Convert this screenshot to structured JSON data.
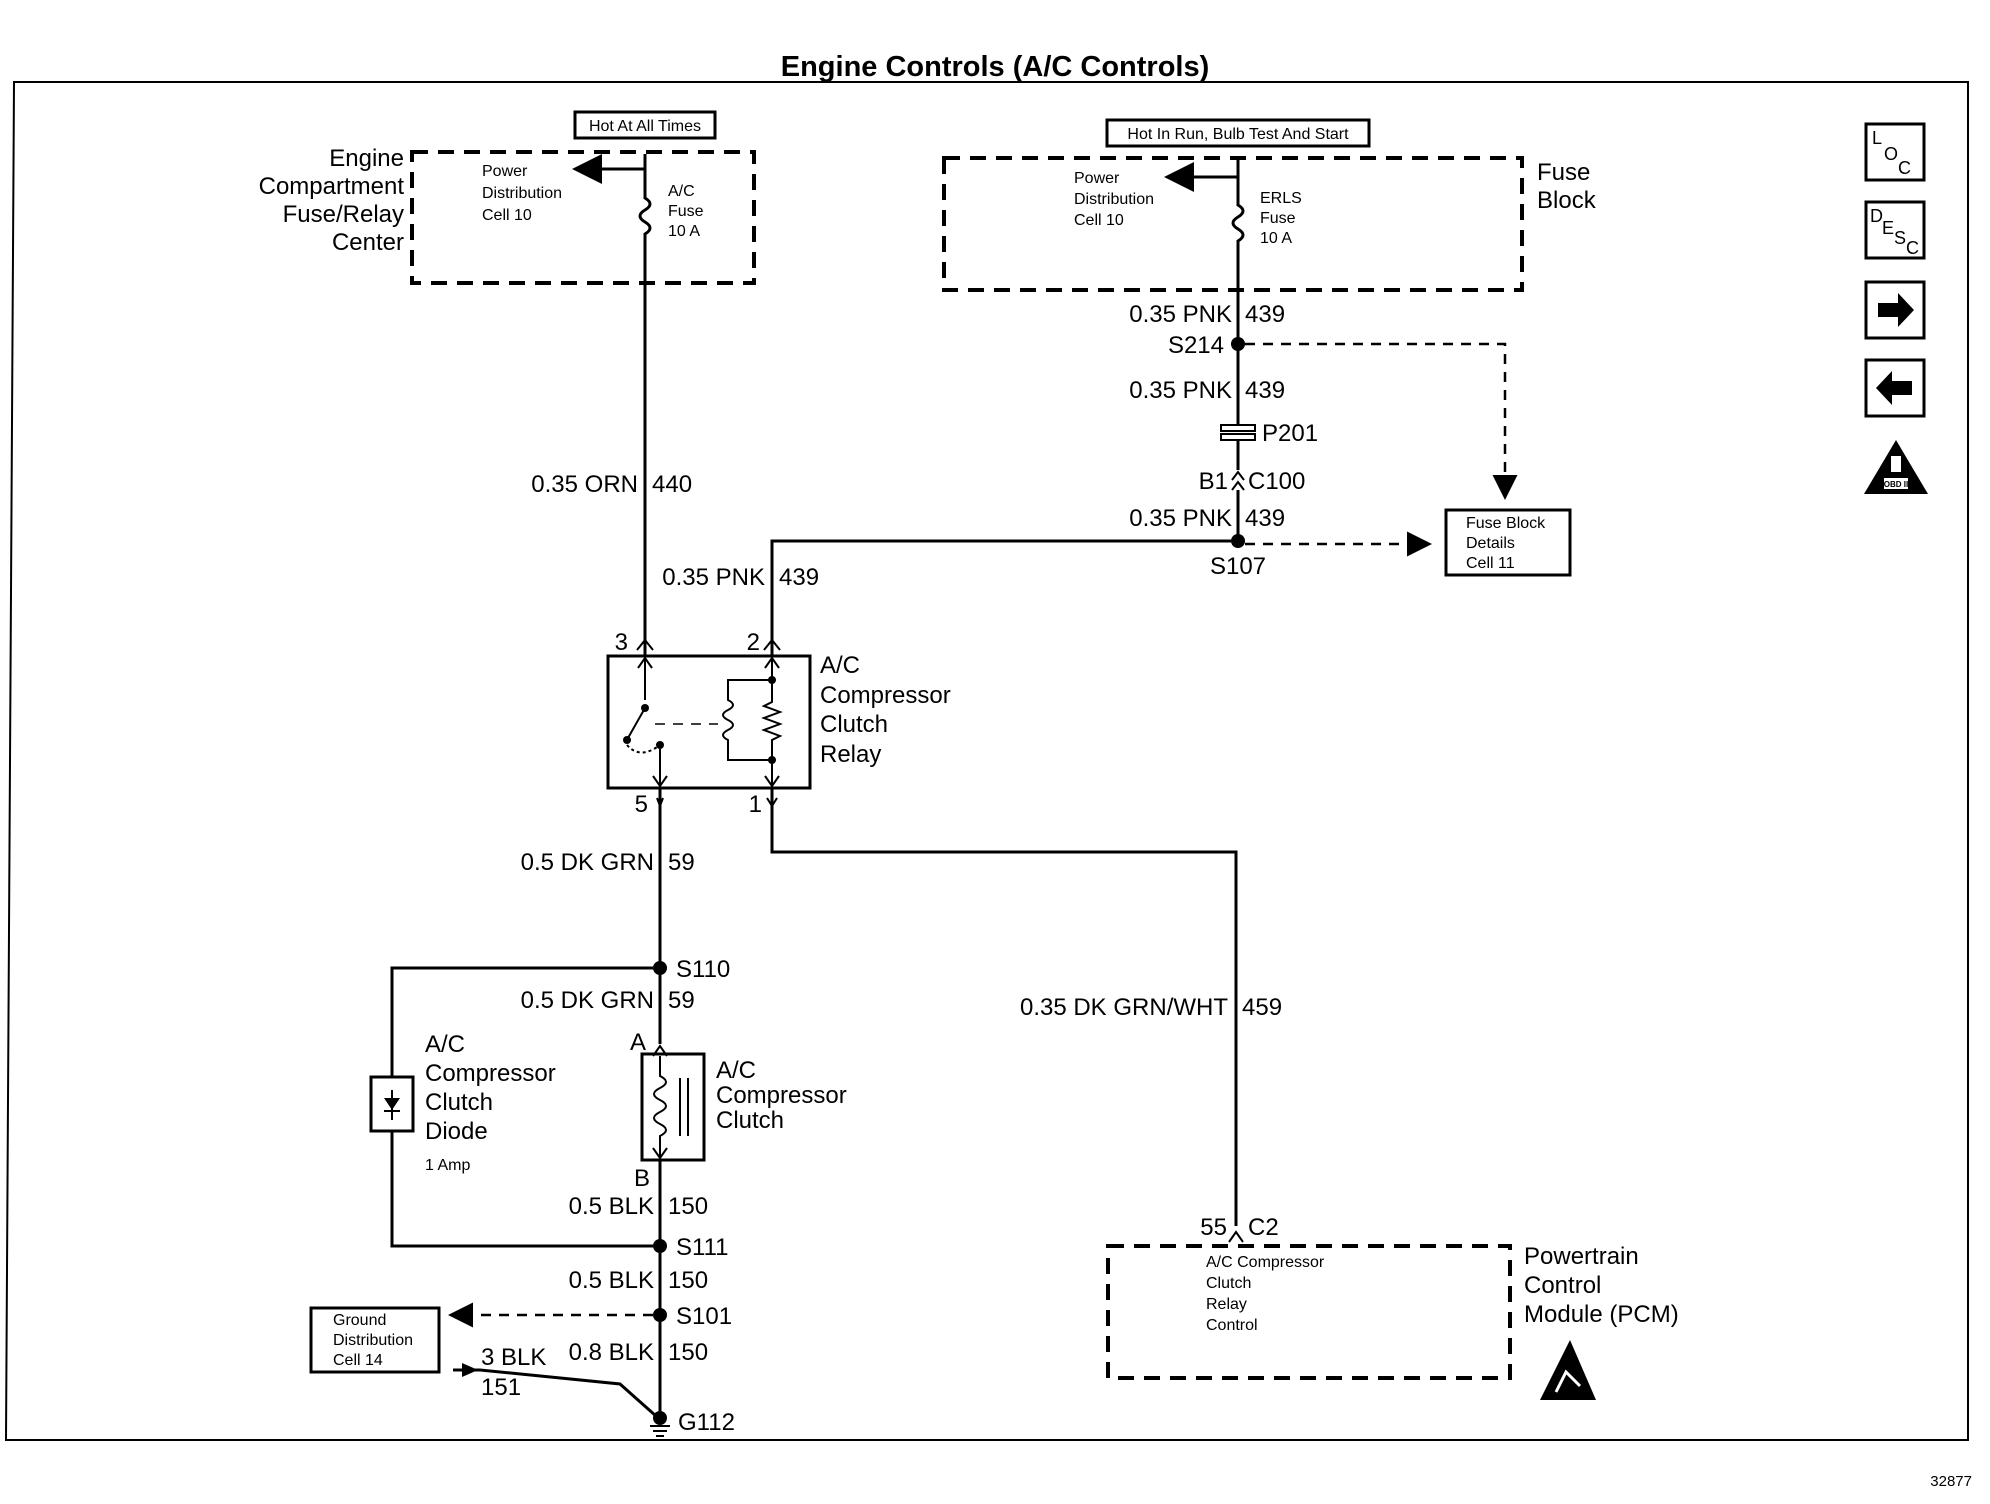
{
  "title": "Engine Controls (A/C Controls)",
  "figure_number": "32877",
  "side_icons": {
    "loc": {
      "letters": [
        "L",
        "O",
        "C"
      ],
      "icon": "location-icon"
    },
    "desc": {
      "letters": [
        "D",
        "E",
        "S",
        "C"
      ],
      "icon": "description-icon"
    },
    "next": {
      "icon": "arrow-right-icon"
    },
    "prev": {
      "icon": "arrow-left-icon"
    },
    "obd": {
      "label": "OBD II",
      "icon": "obd-warning-icon"
    }
  },
  "engine_fuse_center": {
    "name_lines": [
      "Engine",
      "Compartment",
      "Fuse/Relay",
      "Center"
    ],
    "power_status": "Hot At All Times",
    "power_dist": [
      "Power",
      "Distribution",
      "Cell 10"
    ],
    "fuse": [
      "A/C",
      "Fuse",
      "10 A"
    ]
  },
  "fuse_block": {
    "name_lines": [
      "Fuse",
      "Block"
    ],
    "power_status": "Hot In Run, Bulb Test And Start",
    "power_dist": [
      "Power",
      "Distribution",
      "Cell 10"
    ],
    "fuse": [
      "ERLS",
      "Fuse",
      "10 A"
    ]
  },
  "wires": {
    "orn_440": {
      "gauge": "0.35 ORN",
      "circuit": "440"
    },
    "pnk_439_a": {
      "gauge": "0.35 PNK",
      "circuit": "439"
    },
    "pnk_439_b": {
      "gauge": "0.35 PNK",
      "circuit": "439"
    },
    "pnk_439_c": {
      "gauge": "0.35 PNK",
      "circuit": "439"
    },
    "pnk_439_d": {
      "gauge": "0.35 PNK",
      "circuit": "439"
    },
    "grn_59_a": {
      "gauge": "0.5 DK GRN",
      "circuit": "59"
    },
    "grn_59_b": {
      "gauge": "0.5 DK GRN",
      "circuit": "59"
    },
    "grnwht_459": {
      "gauge": "0.35 DK GRN/WHT",
      "circuit": "459"
    },
    "blk_150_a": {
      "gauge": "0.5 BLK",
      "circuit": "150"
    },
    "blk_150_b": {
      "gauge": "0.5 BLK",
      "circuit": "150"
    },
    "blk_150_c": {
      "gauge": "0.8 BLK",
      "circuit": "150"
    },
    "blk_151": {
      "gauge": "3 BLK",
      "circuit": "151"
    }
  },
  "splices": {
    "s214": "S214",
    "s107": "S107",
    "s110": "S110",
    "s111": "S111",
    "s101": "S101"
  },
  "connectors": {
    "p201": "P201",
    "b1": "B1",
    "c100": "C100",
    "pin55": "55",
    "c2": "C2"
  },
  "ground": "G112",
  "fuse_block_details": [
    "Fuse Block",
    "Details",
    "Cell 11"
  ],
  "ground_distribution": [
    "Ground",
    "Distribution",
    "Cell 14"
  ],
  "relay": {
    "name_lines": [
      "A/C",
      "Compressor",
      "Clutch",
      "Relay"
    ],
    "pins": {
      "p3": "3",
      "p2": "2",
      "p5": "5",
      "p1": "1"
    }
  },
  "clutch": {
    "name_lines": [
      "A/C",
      "Compressor",
      "Clutch"
    ],
    "pin_a": "A",
    "pin_b": "B"
  },
  "diode": {
    "name_lines": [
      "A/C",
      "Compressor",
      "Clutch",
      "Diode"
    ],
    "rating": "1 Amp"
  },
  "pcm": {
    "name_lines": [
      "Powertrain",
      "Control",
      "Module (PCM)"
    ],
    "circuit_lines": [
      "A/C Compressor",
      "Clutch",
      "Relay",
      "Control"
    ],
    "esd_icon": "esd-warning-icon"
  }
}
